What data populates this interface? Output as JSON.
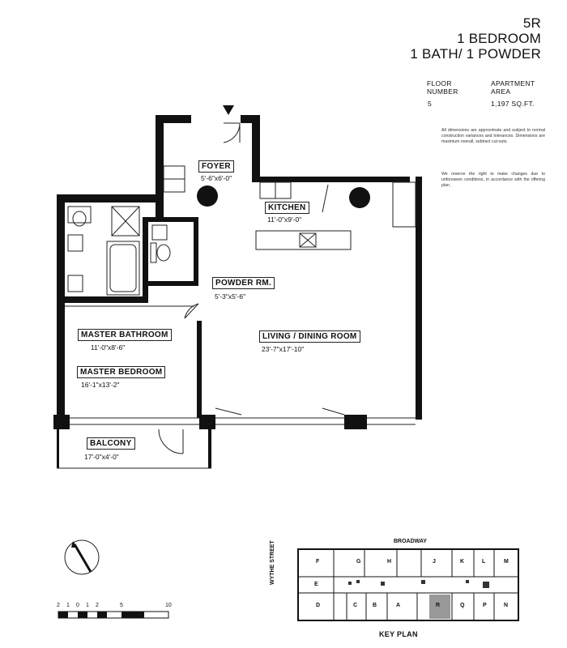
{
  "header": {
    "unit": "5R",
    "type": "1 BEDROOM",
    "baths": "1 BATH/ 1 POWDER"
  },
  "info": {
    "floor_label": "FLOOR NUMBER",
    "floor_value": "5",
    "area_label": "APARTMENT AREA",
    "area_value": "1,197 SQ.FT."
  },
  "notes": {
    "dimensions": "All dimensions are approximate and subject to normal construction variances and tolerances. Dimensions are maximum overall, subtract cut-outs.",
    "reserve": "We reserve the right to make changes due to unforeseen conditions, in accordance with the offering plan."
  },
  "rooms": [
    {
      "name": "FOYER",
      "dims": "5'-6\"x6'-0\""
    },
    {
      "name": "KITCHEN",
      "dims": "11'-0\"x9'-0\""
    },
    {
      "name": "POWDER RM.",
      "dims": "5'-3\"x5'-6\""
    },
    {
      "name": "MASTER BATHROOM",
      "dims": "11'-0\"x8'-6\""
    },
    {
      "name": "LIVING / DINING ROOM",
      "dims": "23'-7\"x17'-10\""
    },
    {
      "name": "MASTER BEDROOM",
      "dims": "16'-1\"x13'-2\""
    },
    {
      "name": "BALCONY",
      "dims": "17'-0\"x4'-0\""
    }
  ],
  "scale": {
    "ticks": [
      "2",
      "1",
      "0",
      "1",
      "2",
      "5",
      "10"
    ]
  },
  "key_plan": {
    "title": "KEY PLAN",
    "street_top": "BROADWAY",
    "street_left": "WYTHE STREET",
    "units_top": [
      "F",
      "G",
      "H",
      "J",
      "K",
      "L",
      "M"
    ],
    "unit_mid": "E",
    "units_bottom": [
      "D",
      "C",
      "B",
      "A",
      "R",
      "Q",
      "P",
      "N"
    ]
  }
}
